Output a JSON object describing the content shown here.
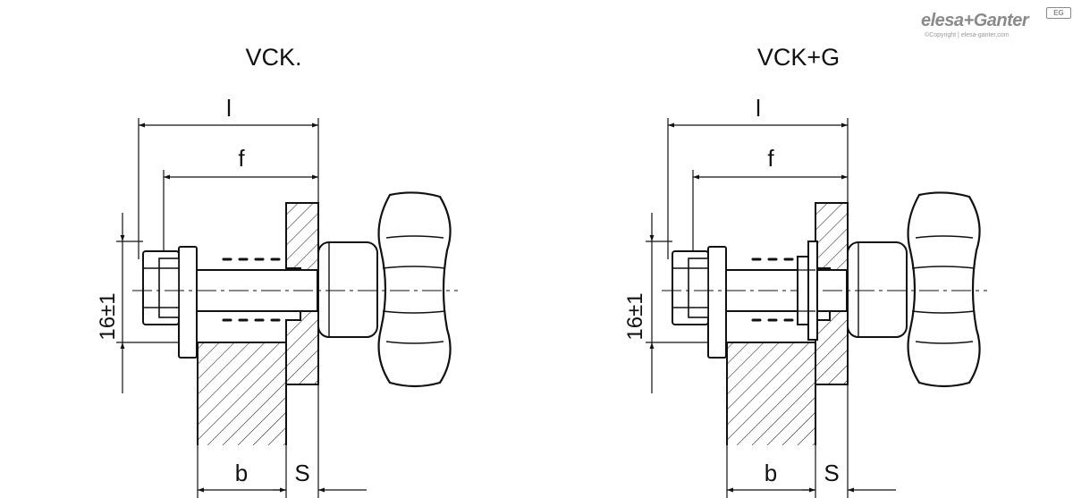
{
  "figures": [
    {
      "title": "VCK.",
      "dim_l": "l",
      "dim_f": "f",
      "dim_h": "16±1",
      "dim_b": "b",
      "dim_s": "S"
    },
    {
      "title": "VCK+G",
      "dim_l": "l",
      "dim_f": "f",
      "dim_h": "16±1",
      "dim_b": "b",
      "dim_s": "S"
    }
  ],
  "logo": {
    "brand": "elesa+Ganter",
    "badge": "EG",
    "copyright": "©Copyright | elesa-ganter.com"
  }
}
